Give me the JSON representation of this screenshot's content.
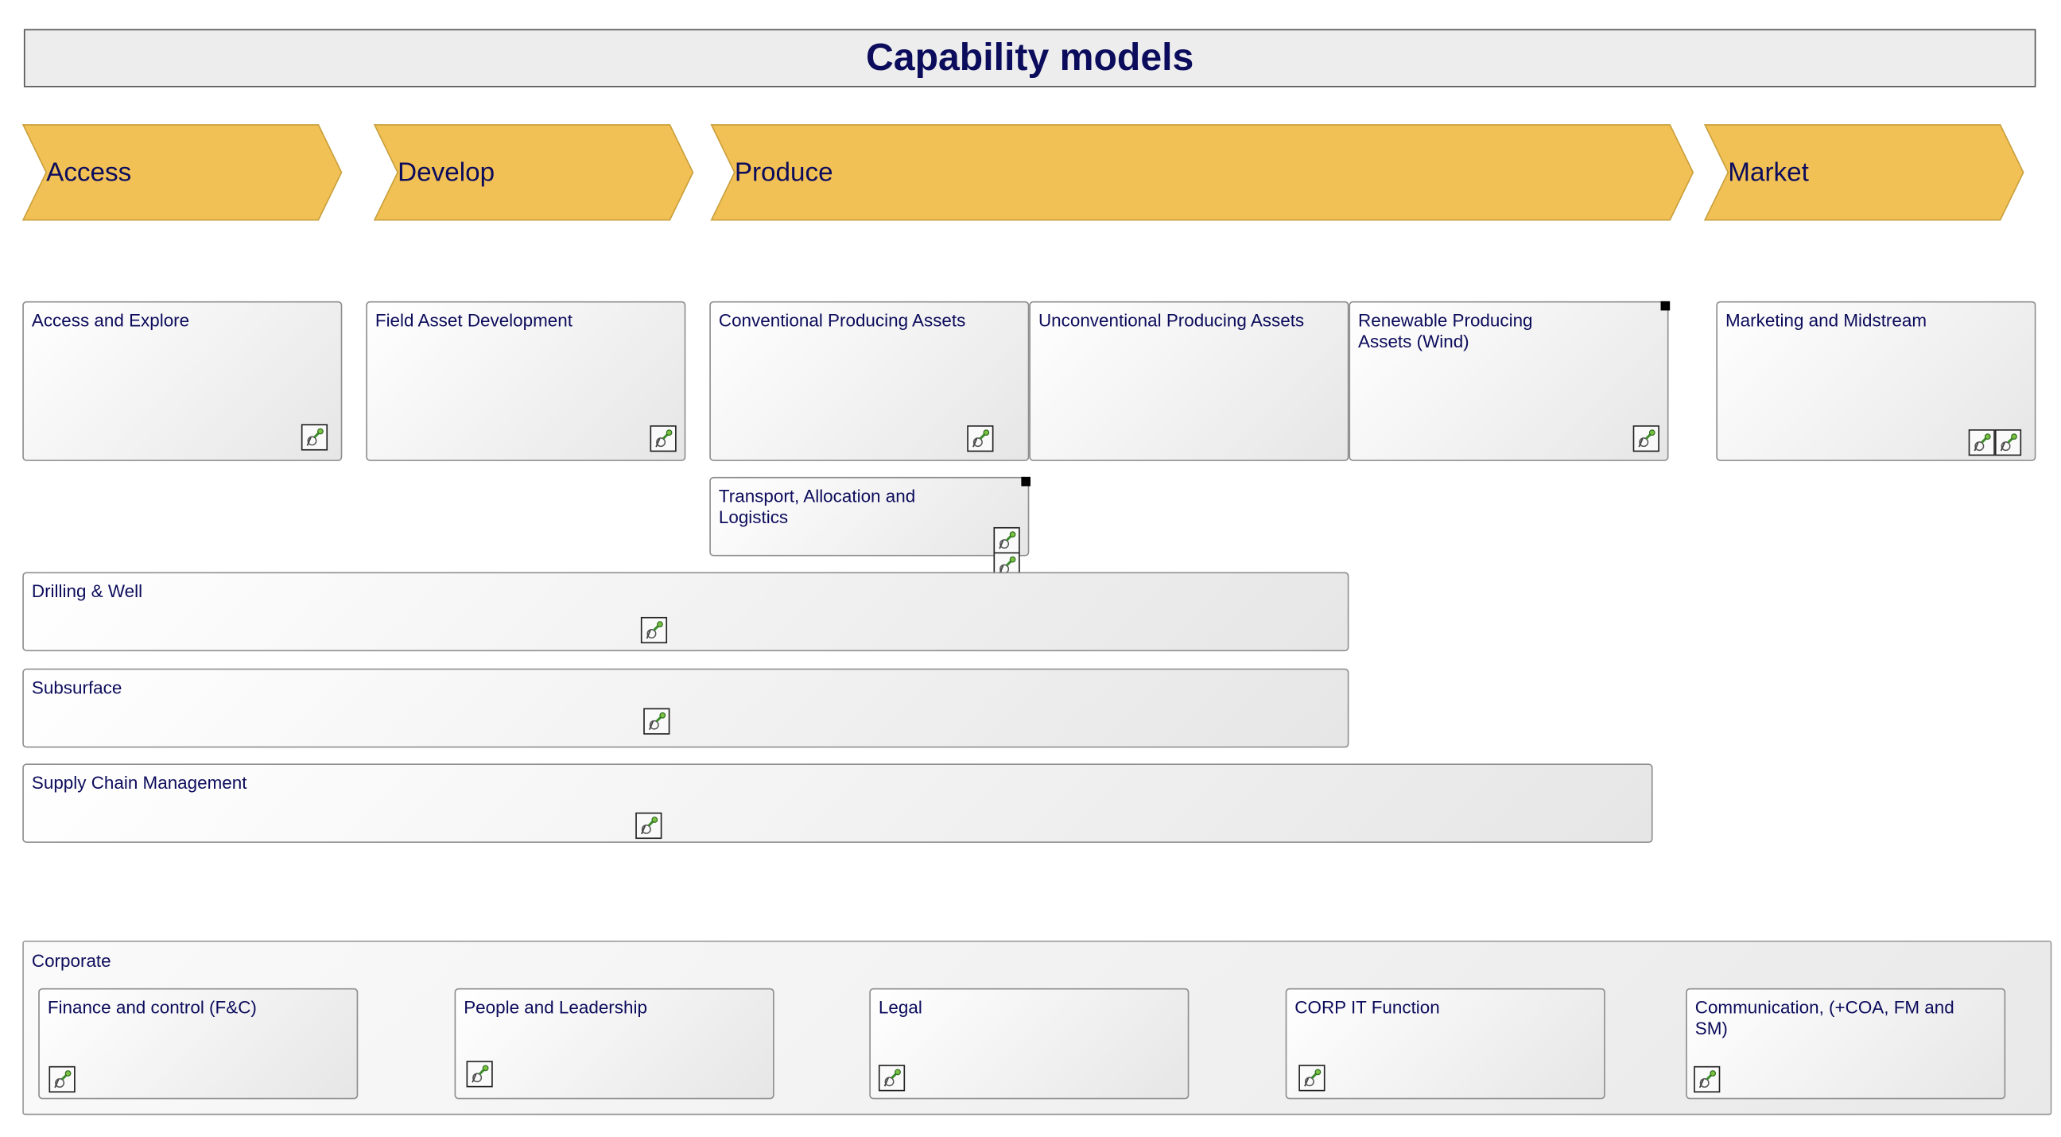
{
  "title": "Capability models",
  "colors": {
    "chevron_fill": "#f2c155",
    "chevron_stroke": "#c9a03d",
    "text": "#0c0c5c"
  },
  "chevrons": {
    "access": "Access",
    "develop": "Develop",
    "produce": "Produce",
    "market": "Market"
  },
  "capabilities": {
    "access_and_explore": "Access and Explore",
    "field_asset_development": "Field Asset Development",
    "conventional_producing_assets": "Conventional Producing Assets",
    "unconventional_producing_assets": "Unconventional Producing Assets",
    "renewable_producing_assets": "Renewable Producing Assets (Wind)",
    "marketing_and_midstream": "Marketing and Midstream",
    "transport_allocation_logistics": "Transport, Allocation and Logistics",
    "drilling_and_well": "Drilling & Well",
    "subsurface": "Subsurface",
    "supply_chain_management": "Supply Chain Management"
  },
  "corporate": {
    "label": "Corporate",
    "finance_and_control": "Finance and control (F&C)",
    "people_and_leadership": "People and Leadership",
    "legal": "Legal",
    "corp_it_function": "CORP IT Function",
    "communication": "Communication, (+COA, FM and SM)"
  },
  "icon_name": "model-link-icon"
}
